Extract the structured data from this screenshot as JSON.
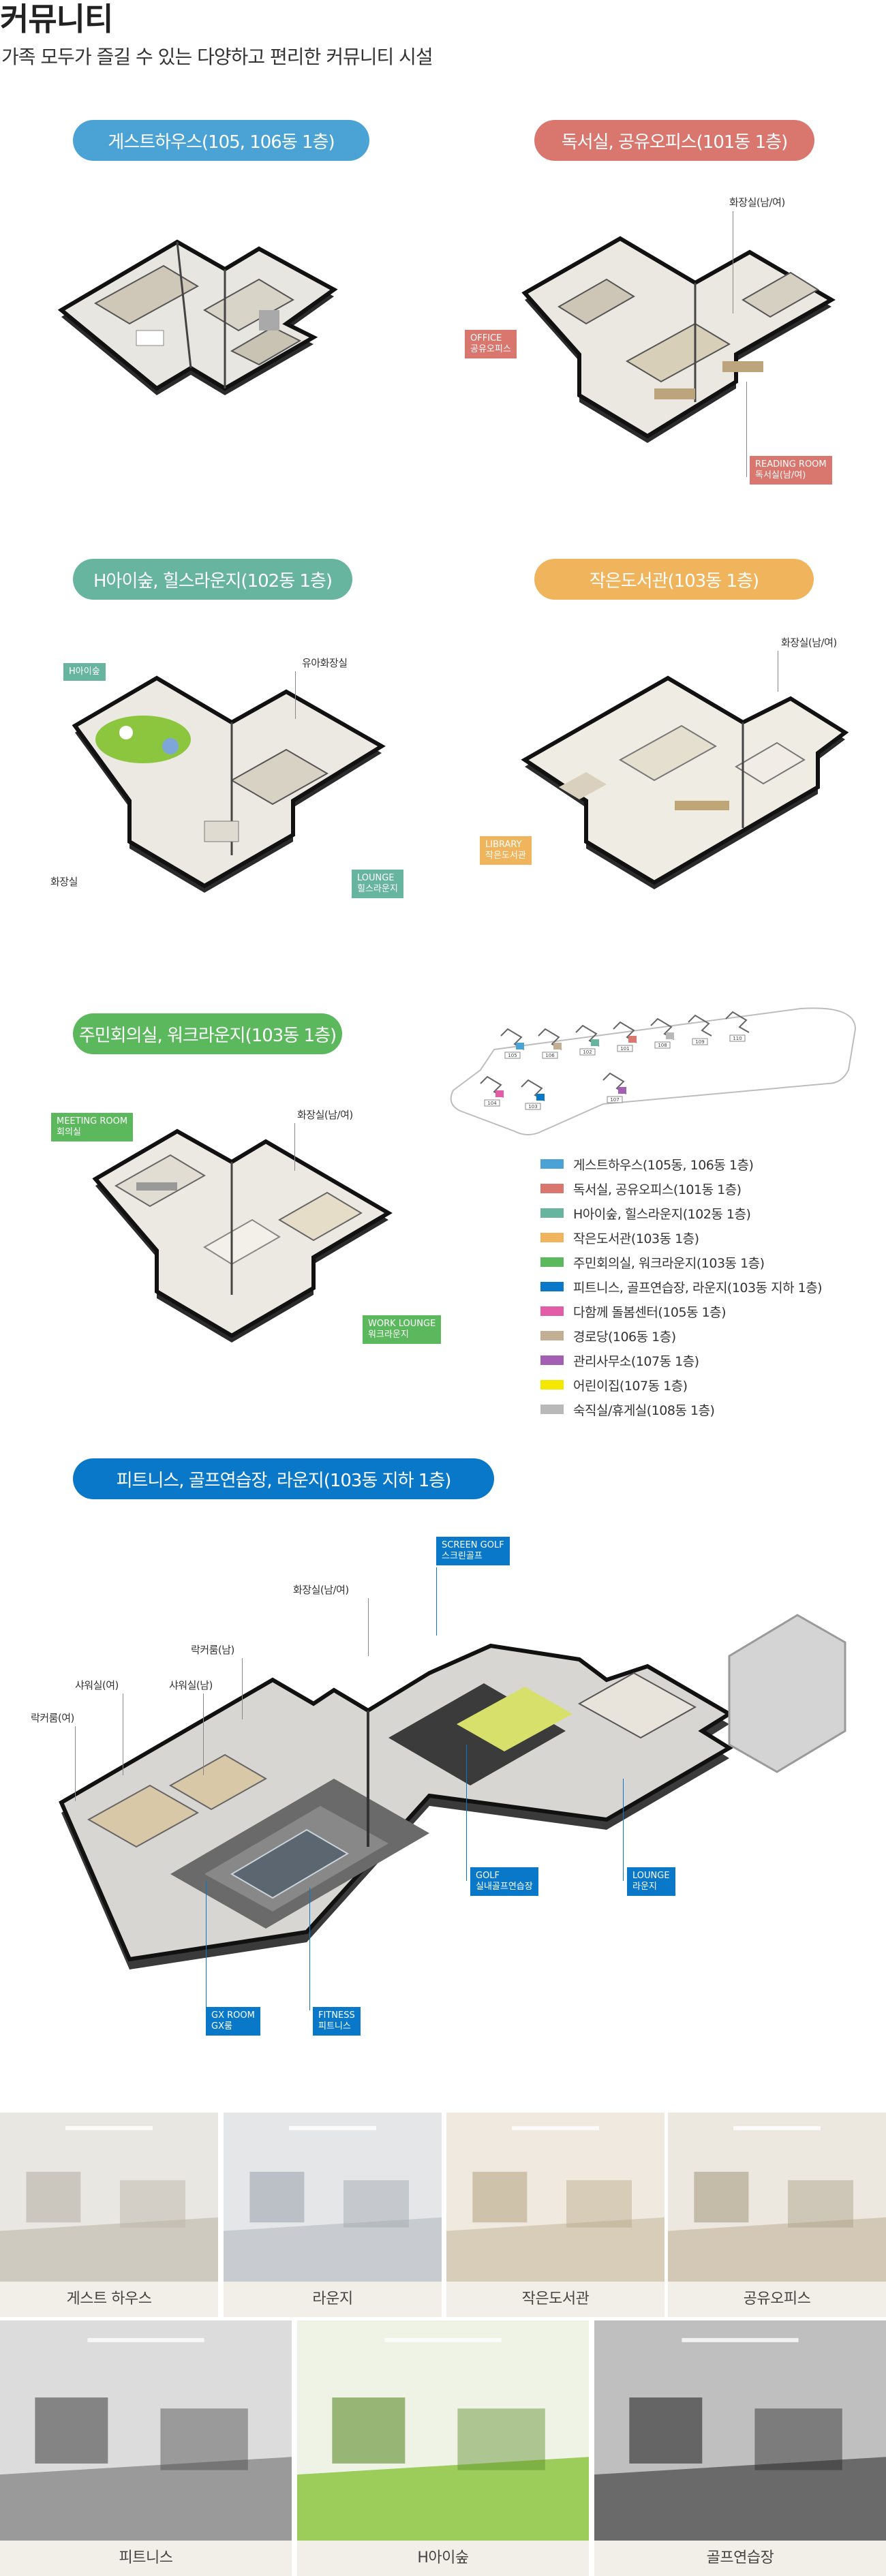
{
  "header": {
    "title": "커뮤니티",
    "subtitle": "가족 모두가 즐길 수 있는 다양하고 편리한 커뮤니티 시설"
  },
  "colors": {
    "guesthouse": "#4aa3d4",
    "reading": "#d9766e",
    "hforest": "#67b59e",
    "library": "#f0b45c",
    "meeting": "#5bb85d",
    "fitness": "#0a78c8",
    "care": "#e35ca6",
    "senior": "#c2ae92",
    "office": "#a35fb2",
    "daycare": "#f5e800",
    "dorm": "#b9b9b9"
  },
  "sections": {
    "guesthouse": {
      "title": "게스트하우스(105, 106동 1층)"
    },
    "reading": {
      "title": "독서실, 공유오피스(101동 1층)",
      "restroom": "화장실(남/여)",
      "office_en": "OFFICE",
      "office_ko": "공유오피스",
      "reading_en": "READING ROOM",
      "reading_ko": "독서실(남/여)"
    },
    "hforest": {
      "title": "H아이숲, 힐스라운지(102동 1층)",
      "forest": "H아이숲",
      "kids_restroom": "유아화장실",
      "restroom": "화장실",
      "lounge_en": "LOUNGE",
      "lounge_ko": "힐스라운지"
    },
    "library": {
      "title": "작은도서관(103동 1층)",
      "restroom": "화장실(남/여)",
      "library_en": "LIBRARY",
      "library_ko": "작은도서관"
    },
    "meeting": {
      "title": "주민회의실, 워크라운지(103동 1층)",
      "meeting_en": "MEETING ROOM",
      "meeting_ko": "회의실",
      "restroom": "화장실(남/여)",
      "work_en": "WORK LOUNGE",
      "work_ko": "워크라운지"
    },
    "fitness": {
      "title": "피트니스, 골프연습장, 라운지(103동 지하 1층)",
      "screen_en": "SCREEN GOLF",
      "screen_ko": "스크린골프",
      "restroom": "화장실(남/여)",
      "locker_m": "락커룸(남)",
      "shower_f": "샤워실(여)",
      "shower_m": "샤워실(남)",
      "locker_f": "락커룸(여)",
      "golf_en": "GOLF",
      "golf_ko": "실내골프연습장",
      "lounge_en": "LOUNGE",
      "lounge_ko": "라운지",
      "gx_en": "GX ROOM",
      "gx_ko": "GX룸",
      "fit_en": "FITNESS",
      "fit_ko": "피트니스"
    }
  },
  "siteplan": {
    "buildings": [
      "105",
      "106",
      "102",
      "101",
      "108",
      "109",
      "110",
      "104",
      "103",
      "107"
    ]
  },
  "legend": [
    {
      "label": "게스트하우스(105동, 106동 1층)",
      "color": "#4aa3d4"
    },
    {
      "label": "독서실, 공유오피스(101동 1층)",
      "color": "#d9766e"
    },
    {
      "label": "H아이숲, 힐스라운지(102동 1층)",
      "color": "#67b59e"
    },
    {
      "label": "작은도서관(103동 1층)",
      "color": "#f0b45c"
    },
    {
      "label": "주민회의실, 워크라운지(103동 1층)",
      "color": "#5bb85d"
    },
    {
      "label": "피트니스, 골프연습장, 라운지(103동 지하 1층)",
      "color": "#0a78c8"
    },
    {
      "label": "다함께 돌봄센터(105동 1층)",
      "color": "#e35ca6"
    },
    {
      "label": "경로당(106동 1층)",
      "color": "#c2ae92"
    },
    {
      "label": "관리사무소(107동 1층)",
      "color": "#a35fb2"
    },
    {
      "label": "어린이집(107동 1층)",
      "color": "#f5e800"
    },
    {
      "label": "숙직실/휴게실(108동 1층)",
      "color": "#b9b9b9"
    }
  ],
  "photos": [
    {
      "caption": "게스트 하우스"
    },
    {
      "caption": "라운지"
    },
    {
      "caption": "작은도서관"
    },
    {
      "caption": "공유오피스"
    },
    {
      "caption": "피트니스"
    },
    {
      "caption": "H아이숲"
    },
    {
      "caption": "골프연습장"
    }
  ]
}
